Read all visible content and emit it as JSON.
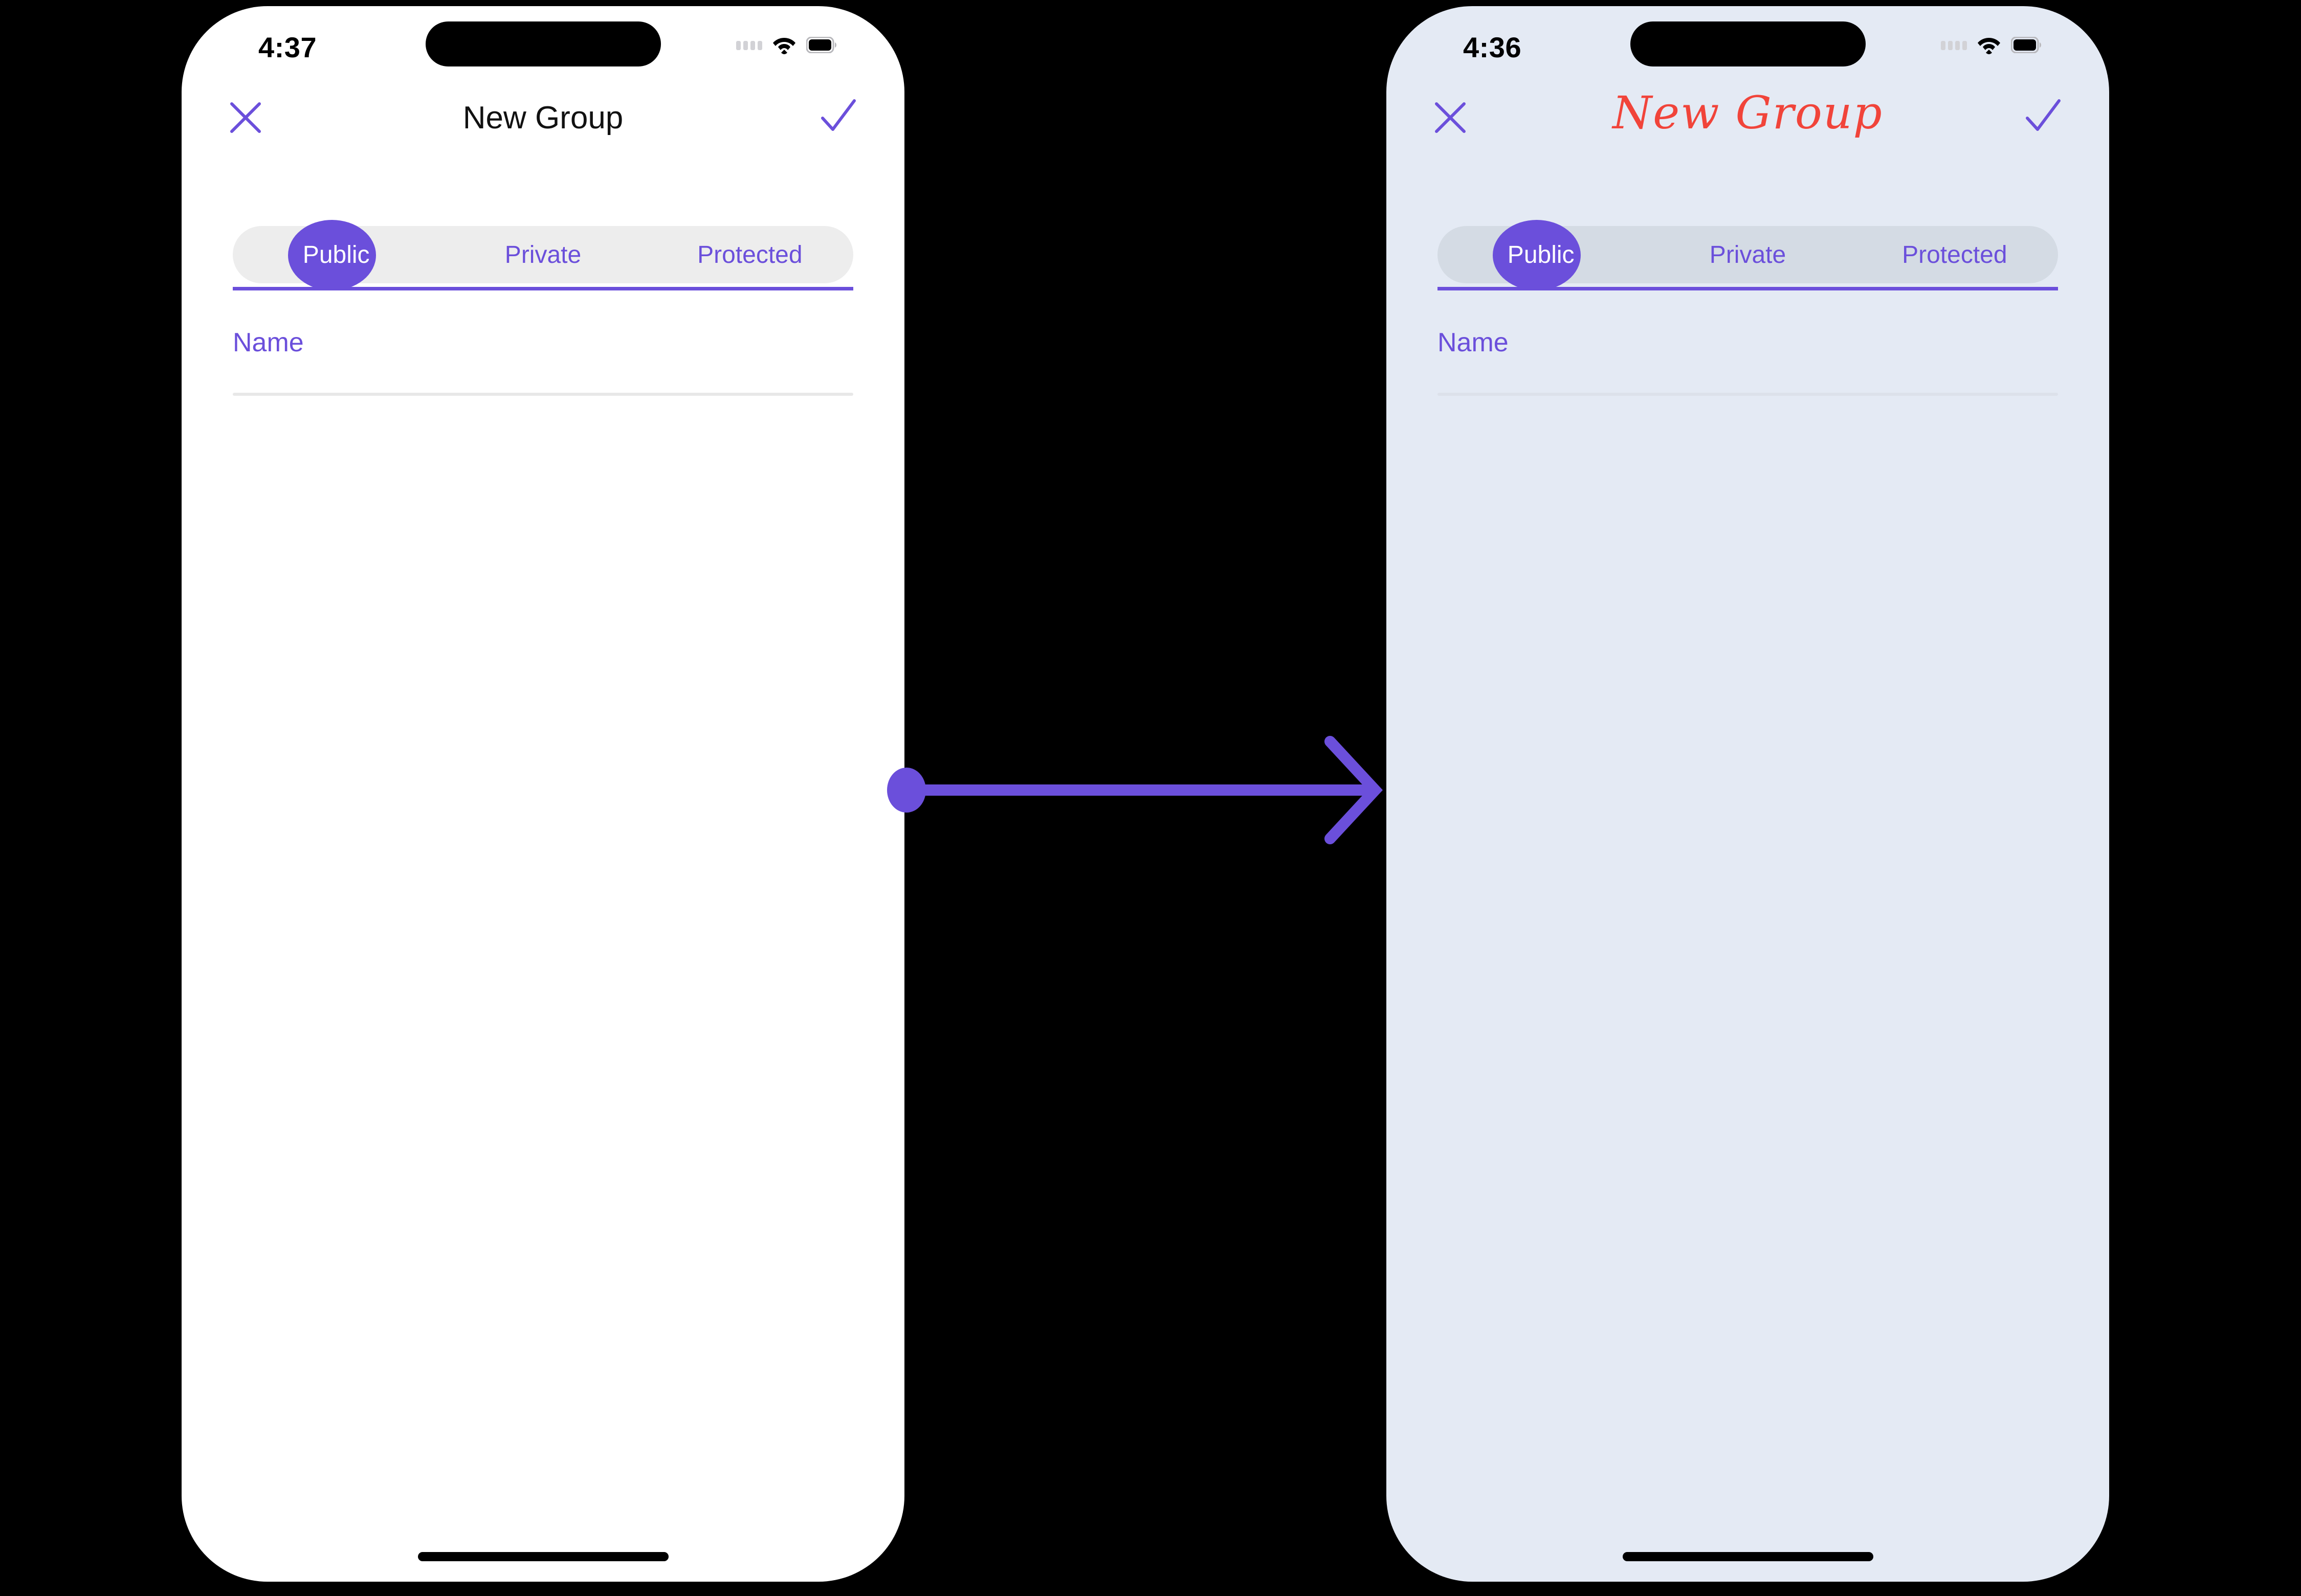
{
  "canvas": {
    "background": "#000000",
    "accent_purple": "#6B4FDB",
    "script_red": "#F1443A"
  },
  "connector": {
    "name": "transition-arrow",
    "color": "#6B4FDB",
    "start_marker": "dot",
    "end_marker": "arrowhead"
  },
  "screens": [
    {
      "id": "before",
      "background": "#FFFFFF",
      "status_bar": {
        "time": "4:37",
        "cellular_icon": "cellular-dots-icon",
        "wifi_icon": "wifi-icon",
        "battery_icon": "battery-icon"
      },
      "nav": {
        "close_icon": "close-icon",
        "title": "New Group",
        "title_style": "system",
        "confirm_icon": "check-icon"
      },
      "segmented_control": {
        "selected": "Public",
        "options": [
          "Public",
          "Private",
          "Protected"
        ],
        "track_color": "#EDEDED",
        "indicator_color": "#6B4FDB",
        "underline_color": "#6B4FDB"
      },
      "form": {
        "name_field_placeholder": "Name",
        "name_field_value": ""
      },
      "home_indicator": "home-indicator"
    },
    {
      "id": "after",
      "background": "#E4EAF4",
      "status_bar": {
        "time": "4:36",
        "cellular_icon": "cellular-dots-icon",
        "wifi_icon": "wifi-icon",
        "battery_icon": "battery-icon"
      },
      "nav": {
        "close_icon": "close-icon",
        "title": "New Group",
        "title_style": "script-red",
        "confirm_icon": "check-icon"
      },
      "segmented_control": {
        "selected": "Public",
        "options": [
          "Public",
          "Private",
          "Protected"
        ],
        "track_color": "#D4DBE4",
        "indicator_color": "#6B4FDB",
        "underline_color": "#6B4FDB"
      },
      "form": {
        "name_field_placeholder": "Name",
        "name_field_value": ""
      },
      "home_indicator": "home-indicator"
    }
  ]
}
